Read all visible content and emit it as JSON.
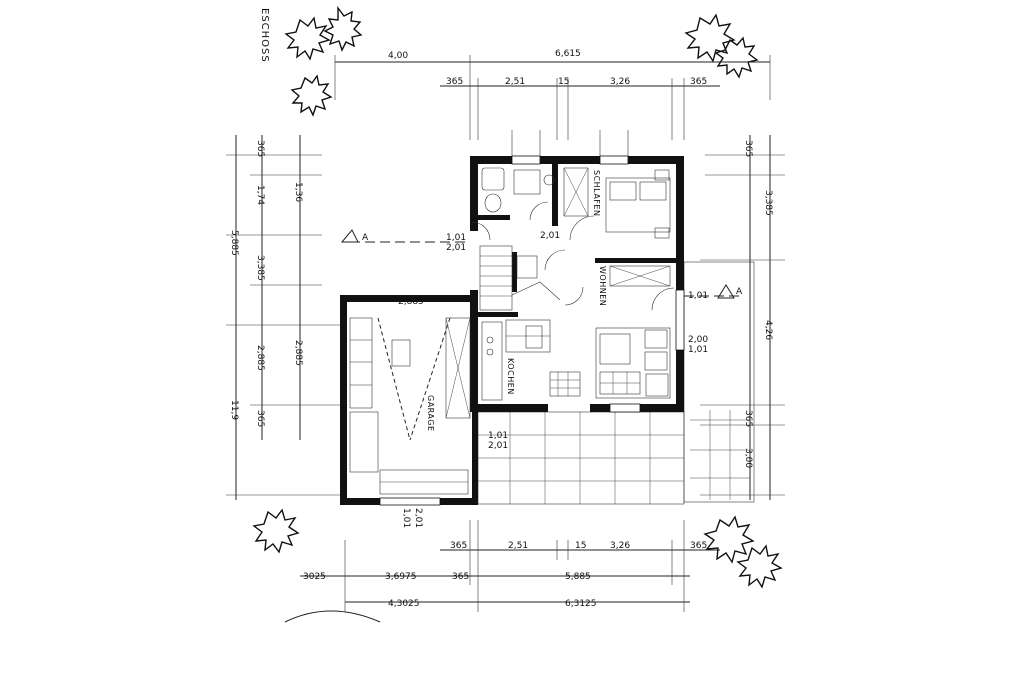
{
  "drawing": {
    "title_fragment": "ESCHOSS",
    "rooms": {
      "bedroom": "SCHLAFEN",
      "living": "WOHNEN",
      "kitchen": "KOCHEN",
      "garage": "GARAGE"
    },
    "section_marks": {
      "left": "A",
      "right": "A"
    },
    "dims_top_outer": [
      "4,00",
      "6,615"
    ],
    "dims_top_inner": [
      "365",
      "2,51",
      "15",
      "3,26",
      "365"
    ],
    "dims_left": [
      "365",
      "1,36",
      "1,74",
      "3,385",
      "2,885",
      "5,885",
      "2,885",
      "11,9",
      "365"
    ],
    "dims_right": [
      "365",
      "3,385",
      "4,26",
      "365",
      "3,00"
    ],
    "dims_bottom_1": [
      "365",
      "2,51",
      "15",
      "3,26",
      "365"
    ],
    "dims_bottom_2": [
      "3025",
      "3,6975",
      "365",
      "5,885"
    ],
    "dims_bottom_3": [
      "4,3025",
      "6,3125"
    ],
    "dims_interior": [
      "2,01",
      "1,01",
      "2,01",
      "1,01",
      "2,00",
      "1,01",
      "2,01",
      "2,885",
      "1,01",
      "2,01",
      "1,01"
    ]
  }
}
